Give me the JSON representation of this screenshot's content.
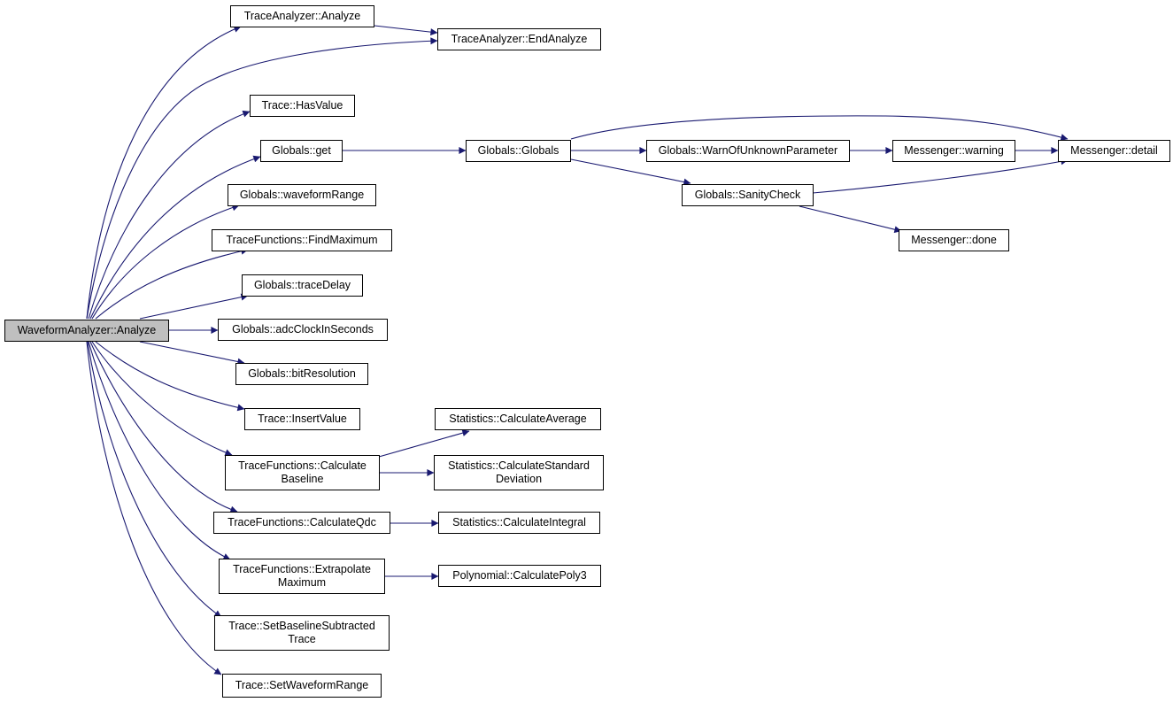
{
  "colors": {
    "edge": "#191970",
    "root_fill": "#bfbfbf",
    "node_fill": "#ffffff",
    "node_border": "#000000"
  },
  "nodes": {
    "waveform_analyze": [
      "WaveformAnalyzer::Analyze"
    ],
    "trace_analyzer_analyze": [
      "TraceAnalyzer::Analyze"
    ],
    "trace_analyzer_end_analyze": [
      "TraceAnalyzer::EndAnalyze"
    ],
    "trace_has_value": [
      "Trace::HasValue"
    ],
    "globals_get": [
      "Globals::get"
    ],
    "globals_globals": [
      "Globals::Globals"
    ],
    "globals_warn": [
      "Globals::WarnOfUnknownParameter"
    ],
    "messenger_warning": [
      "Messenger::warning"
    ],
    "messenger_detail": [
      "Messenger::detail"
    ],
    "globals_sanity_check": [
      "Globals::SanityCheck"
    ],
    "messenger_done": [
      "Messenger::done"
    ],
    "globals_waveform_range": [
      "Globals::waveformRange"
    ],
    "tf_find_maximum": [
      "TraceFunctions::FindMaximum"
    ],
    "globals_trace_delay": [
      "Globals::traceDelay"
    ],
    "globals_adc_clock": [
      "Globals::adcClockInSeconds"
    ],
    "globals_bit_resolution": [
      "Globals::bitResolution"
    ],
    "trace_insert_value": [
      "Trace::InsertValue"
    ],
    "tf_calculate_baseline": [
      "TraceFunctions::Calculate",
      "Baseline"
    ],
    "stats_calculate_average": [
      "Statistics::CalculateAverage"
    ],
    "stats_calculate_std": [
      "Statistics::CalculateStandard",
      "Deviation"
    ],
    "tf_calculate_qdc": [
      "TraceFunctions::CalculateQdc"
    ],
    "stats_calculate_integral": [
      "Statistics::CalculateIntegral"
    ],
    "tf_extrapolate_maximum": [
      "TraceFunctions::Extrapolate",
      "Maximum"
    ],
    "poly_calculate_poly3": [
      "Polynomial::CalculatePoly3"
    ],
    "trace_set_baseline_subtracted": [
      "Trace::SetBaselineSubtracted",
      "Trace"
    ],
    "trace_set_waveform_range": [
      "Trace::SetWaveformRange"
    ]
  }
}
